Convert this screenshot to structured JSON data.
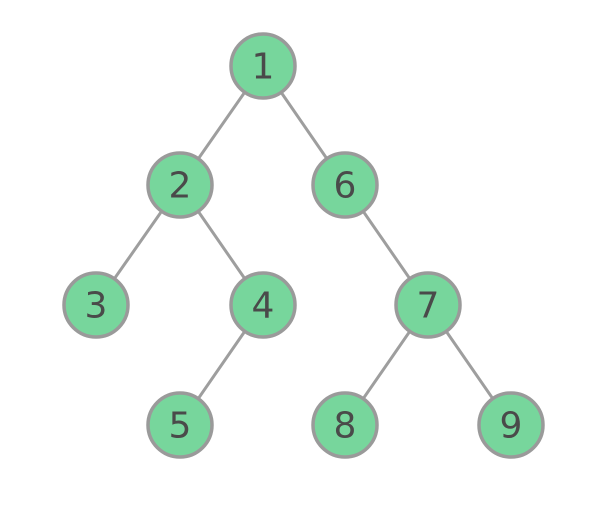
{
  "tree": {
    "node_fill": "#77d69c",
    "node_stroke": "#9a9a9a",
    "edge_color": "#9e9e9e",
    "label_color": "#4a4a4a",
    "nodes": [
      {
        "id": "1",
        "label": "1"
      },
      {
        "id": "2",
        "label": "2"
      },
      {
        "id": "6",
        "label": "6"
      },
      {
        "id": "3",
        "label": "3"
      },
      {
        "id": "4",
        "label": "4"
      },
      {
        "id": "7",
        "label": "7"
      },
      {
        "id": "5",
        "label": "5"
      },
      {
        "id": "8",
        "label": "8"
      },
      {
        "id": "9",
        "label": "9"
      }
    ],
    "edges": [
      {
        "from": "1",
        "to": "2"
      },
      {
        "from": "1",
        "to": "6"
      },
      {
        "from": "2",
        "to": "3"
      },
      {
        "from": "2",
        "to": "4"
      },
      {
        "from": "4",
        "to": "5"
      },
      {
        "from": "6",
        "to": "7"
      },
      {
        "from": "7",
        "to": "8"
      },
      {
        "from": "7",
        "to": "9"
      }
    ]
  }
}
